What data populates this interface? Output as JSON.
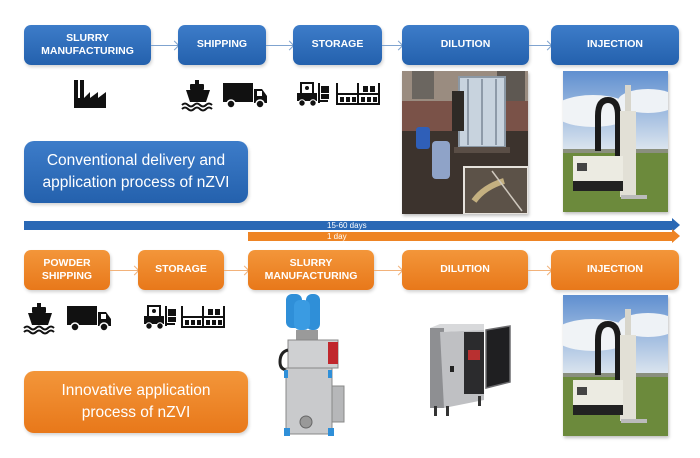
{
  "conventional": {
    "title": "Conventional delivery and application process of nZVI",
    "title_lines": [
      "Conventional delivery and",
      "application process of nZVI"
    ],
    "color": "#2a68b5",
    "steps": [
      {
        "label_lines": [
          "SLURRY",
          "MANUFACTURING"
        ],
        "icons": [
          "factory-icon"
        ]
      },
      {
        "label_lines": [
          "SHIPPING"
        ],
        "icons": [
          "ship-icon",
          "truck-icon"
        ]
      },
      {
        "label_lines": [
          "STORAGE"
        ],
        "icons": [
          "forklift-icon",
          "warehouse-rack-icon"
        ]
      },
      {
        "label_lines": [
          "DILUTION"
        ],
        "image": "dilution-site-photo"
      },
      {
        "label_lines": [
          "INJECTION"
        ],
        "image": "injection-rig-photo"
      }
    ]
  },
  "innovative": {
    "title": "Innovative application process of nZVI",
    "title_lines": [
      "Innovative application",
      "process of nZVI"
    ],
    "color": "#ee8424",
    "steps": [
      {
        "label_lines": [
          "POWDER",
          "SHIPPING"
        ],
        "icons": [
          "ship-icon",
          "truck-icon"
        ]
      },
      {
        "label_lines": [
          "STORAGE"
        ],
        "icons": [
          "forklift-icon",
          "warehouse-rack-icon"
        ]
      },
      {
        "label_lines": [
          "SLURRY",
          "MANUFACTURING"
        ],
        "image": "slurry-mixing-unit-photo"
      },
      {
        "label_lines": [
          "DILUTION"
        ],
        "image": "dilution-cabinet-photo"
      },
      {
        "label_lines": [
          "INJECTION"
        ],
        "image": "injection-rig-photo"
      }
    ]
  },
  "timelines": {
    "conventional_duration": "15-60 days",
    "innovative_duration": "1 day"
  }
}
